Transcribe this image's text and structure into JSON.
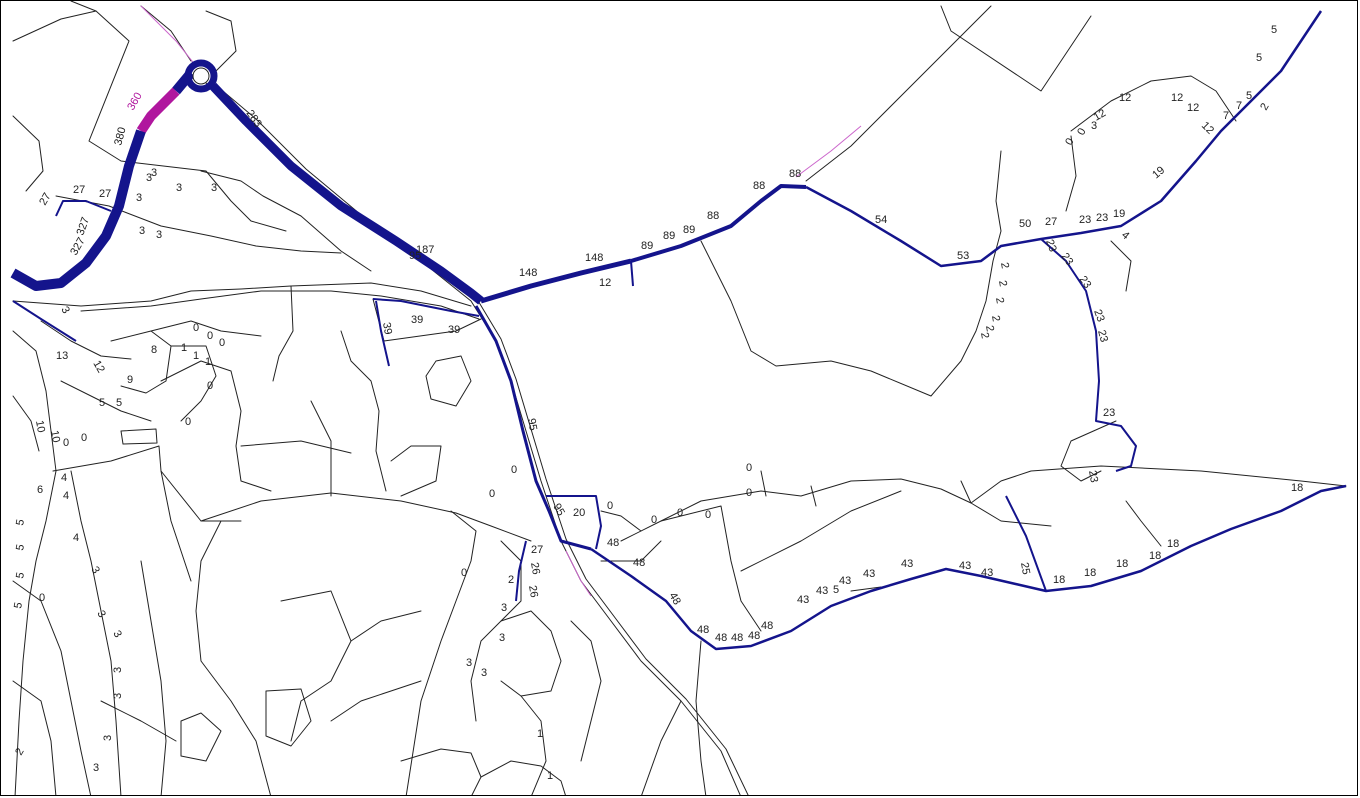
{
  "map": {
    "colors": {
      "background": "#ffffff",
      "road": "#222222",
      "flow": "#14148c",
      "flow_highlight": "#b0169e",
      "rail_highlight": "#cc66cc"
    },
    "labels": {
      "l360a": "360",
      "l360b": "380",
      "l283": "283",
      "l27a": "27",
      "l27b": "27",
      "l27c": "27",
      "l327a": "327",
      "l327b": "327",
      "l3a": "3",
      "l3b": "3",
      "l3c": "3",
      "l3d": "3",
      "l3e": "3",
      "l3f": "3",
      "l3g": "3",
      "l148a": "148",
      "l148b": "148",
      "l12": "12",
      "l89a": "89",
      "l89b": "89",
      "l89c": "89",
      "l88a": "88",
      "l88b": "88",
      "l88c": "88",
      "l54": "54",
      "l53": "53",
      "l50": "50",
      "l27d": "27",
      "l23a": "23",
      "l23b": "23",
      "l19a": "19",
      "l19b": "19",
      "l4": "4",
      "l12a": "12",
      "l12b": "12",
      "l12c": "12",
      "l12d": "12",
      "l12e": "12",
      "l7a": "7",
      "l7b": "7",
      "l5a": "5",
      "l5b": "5",
      "l5c": "5",
      "l2a": "2",
      "l0a": "0",
      "l0b": "0",
      "l3h": "3",
      "l23c": "23",
      "l23d": "23",
      "l23e": "23",
      "l23f": "23",
      "l23g": "23",
      "l23h": "23",
      "l23i": "23",
      "l2b": "2",
      "l2c": "2",
      "l2d": "2",
      "l2e": "2",
      "l2f": "2",
      "l2g": "2",
      "l95a": "95",
      "l187": "187",
      "l39a": "39",
      "l39b": "39",
      "l39c": "39",
      "l95b": "95",
      "l95c": "95",
      "l20": "20",
      "l48a": "48",
      "l48b": "48",
      "l48c": "48",
      "l48d": "48",
      "l48e": "48",
      "l48f": "48",
      "l48g": "48",
      "l48h": "48",
      "l43a": "43",
      "l43b": "43",
      "l43c": "43",
      "l43d": "43",
      "l43e": "43",
      "l43f": "43",
      "l43g": "43",
      "l5d": "5",
      "l25": "25",
      "l18a": "18",
      "l18b": "18",
      "l18c": "18",
      "l18d": "18",
      "l18e": "18",
      "l18f": "18",
      "l27e": "27",
      "l26a": "26",
      "l26b": "26",
      "l2h": "2",
      "l0c": "0",
      "l0d": "0",
      "l0e": "0",
      "l0f": "0",
      "l0g": "0",
      "l0h": "0",
      "l0i": "0",
      "l0j": "0",
      "l13": "13",
      "l12f": "12",
      "l10a": "10",
      "l10b": "10",
      "l6": "6",
      "l4a": "4",
      "l4b": "4",
      "l4c": "4",
      "l5e": "5",
      "l5f": "5",
      "l5g": "5",
      "l5h": "5",
      "l5i": "5",
      "l5j": "5",
      "l1a": "1",
      "l1b": "1",
      "l1c": "1",
      "l8": "8",
      "l9": "9",
      "l3i": "3",
      "l3j": "3",
      "l3k": "3",
      "l3l": "3",
      "l3m": "3",
      "l3n": "3",
      "l3o": "3",
      "l2i": "2",
      "l3p": "3",
      "l0k": "0",
      "l0l": "0",
      "l0m": "0",
      "l0n": "0",
      "l0o": "0",
      "l0p": "0",
      "l0q": "0",
      "l0r": "0",
      "l0s": "0",
      "l1d": "1",
      "l1e": "1",
      "l3q": "3",
      "l3r": "3",
      "l3s": "3",
      "l3t": "3"
    }
  }
}
